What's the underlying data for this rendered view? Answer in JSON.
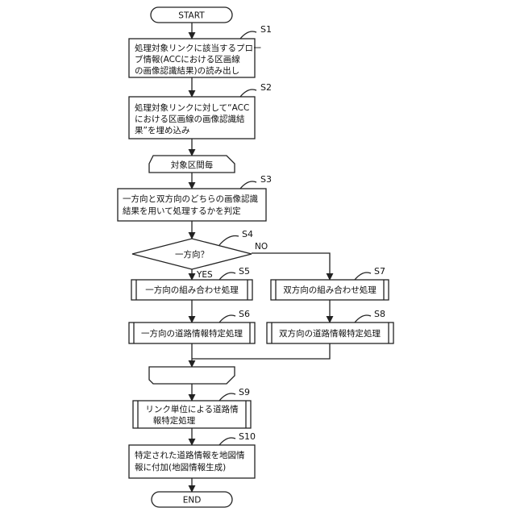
{
  "terminals": {
    "start": "START",
    "end": "END"
  },
  "steps": {
    "s1": {
      "id": "S1",
      "lines": [
        "処理対象リンクに該当するプロー",
        "ブ情報(ACCにおける区画線",
        "の画像認識結果)の読み出し"
      ]
    },
    "s2": {
      "id": "S2",
      "lines": [
        "処理対象リンクに対して“ACC",
        "における区画線の画像認識結",
        "果”を埋め込み"
      ]
    },
    "loop_start": "対象区間毎",
    "s3": {
      "id": "S3",
      "lines": [
        "一方向と双方向のどちらの画像認識",
        "結果を用いて処理するかを判定"
      ]
    },
    "s4": {
      "id": "S4",
      "question": "一方向？",
      "yes": "YES",
      "no": "NO"
    },
    "s5": {
      "id": "S5",
      "label": "一方向の組み合わせ処理"
    },
    "s6": {
      "id": "S6",
      "label": "一方向の道路情報特定処理"
    },
    "s7": {
      "id": "S7",
      "label": "双方向の組み合わせ処理"
    },
    "s8": {
      "id": "S8",
      "label": "双方向の道路情報特定処理"
    },
    "loop_end": "",
    "s9": {
      "id": "S9",
      "lines": [
        "リンク単位による道路情",
        "報特定処理"
      ]
    },
    "s10": {
      "id": "S10",
      "lines": [
        "特定された道路情報を地図情",
        "報に付加(地図情報生成)"
      ]
    }
  }
}
